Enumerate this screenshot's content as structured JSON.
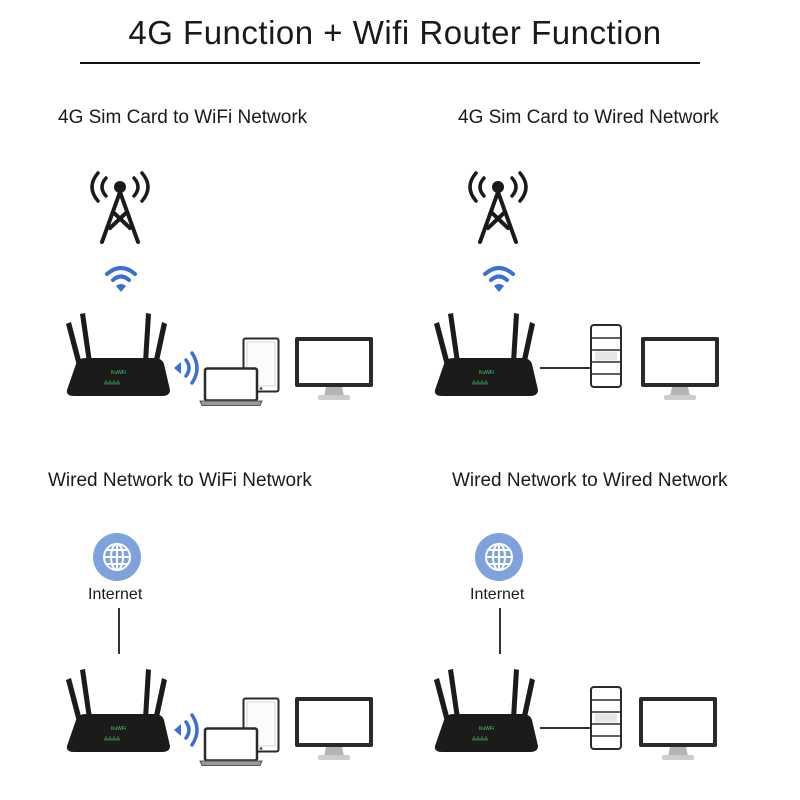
{
  "title": "4G Function + Wifi Router Function",
  "scenarios": [
    {
      "label": "4G Sim Card to WiFi Network"
    },
    {
      "label": "4G Sim Card to Wired Network"
    },
    {
      "label": "Wired Network to WiFi Network",
      "source_label": "Internet"
    },
    {
      "label": "Wired Network to Wired Network",
      "source_label": "Internet"
    }
  ],
  "router": {
    "brand_label": "KuWFi"
  },
  "colors": {
    "wifi_blue": "#3b6fd4",
    "globe_blue": "#7ea3dc",
    "device_gray": "#d9d9d9",
    "router_black": "#1b1b1b"
  },
  "icons": [
    "cell-tower-icon",
    "wifi-signal-icon",
    "globe-icon",
    "router-icon",
    "laptop-icon",
    "tablet-icon",
    "monitor-icon",
    "switch-icon"
  ]
}
